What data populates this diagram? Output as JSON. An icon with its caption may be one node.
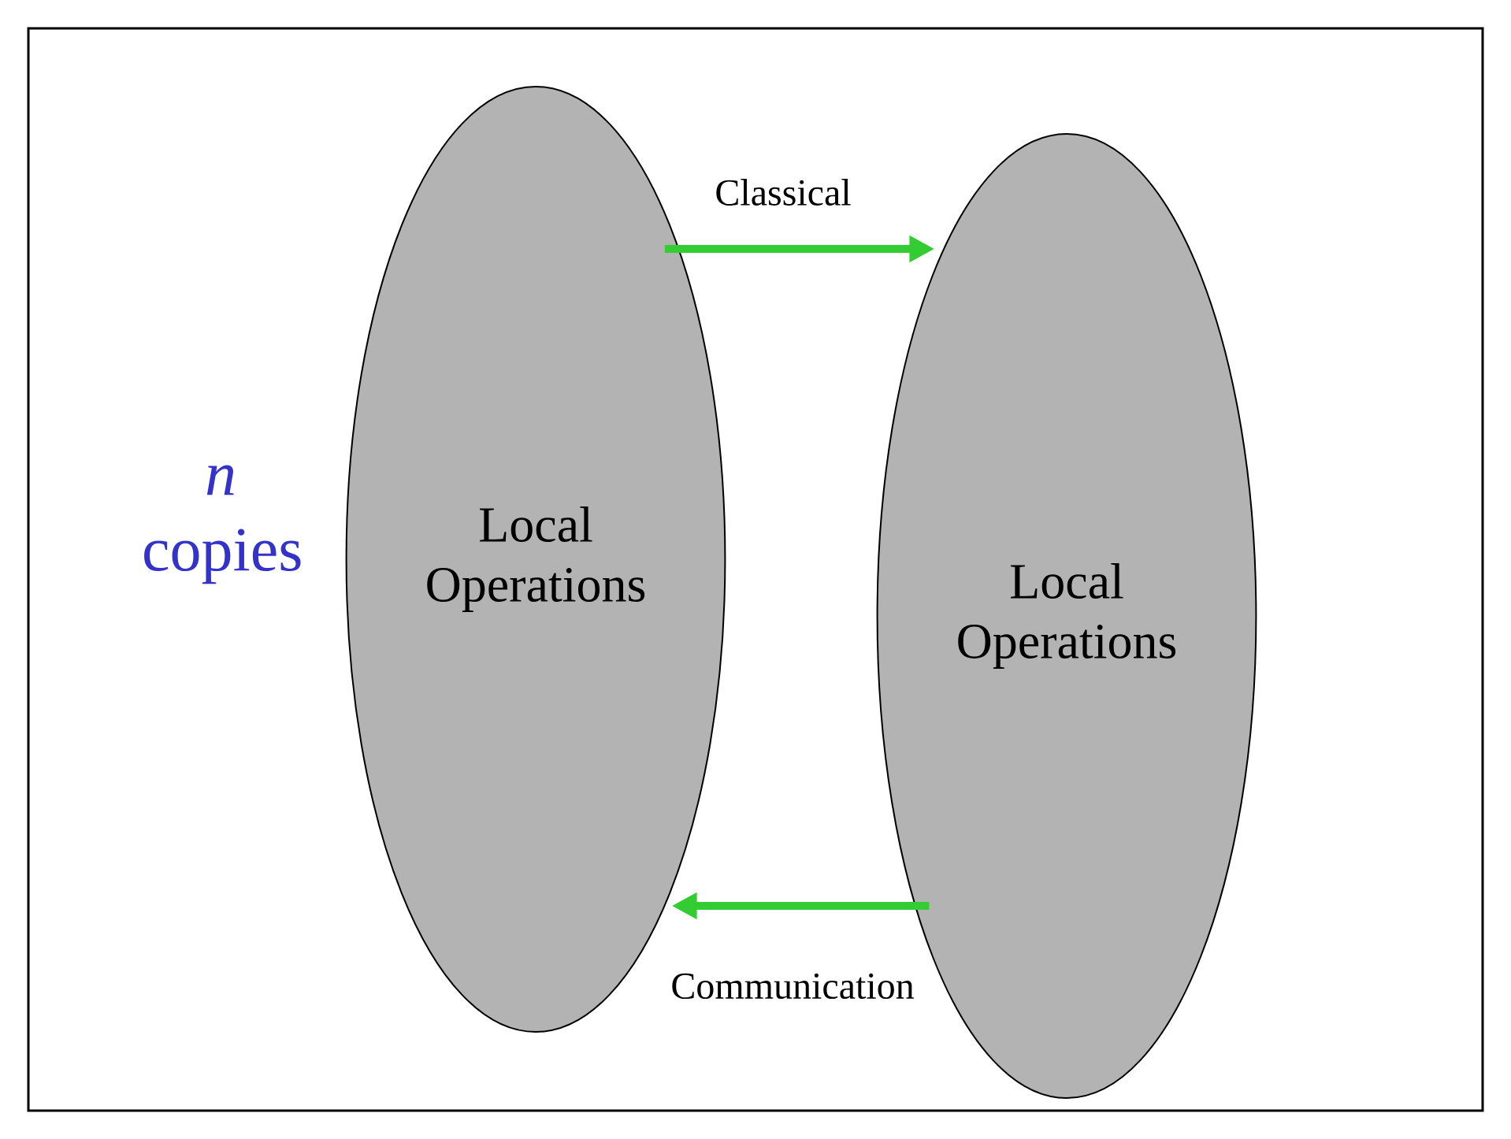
{
  "diagram": {
    "nodes": [
      {
        "text": [
          "Local Operations"
        ]
      },
      {
        "text": [
          "Local Operations"
        ]
      }
    ],
    "edges": [
      {
        "from": 0,
        "to": 1,
        "arrow": "to",
        "label": "Classical",
        "color": "#33cc33"
      },
      {
        "from": 1,
        "to": 0,
        "arrow": "to",
        "label": "Communication",
        "color": "#33cc33"
      }
    ],
    "labels": [
      "*n* copies"
    ]
  }
}
